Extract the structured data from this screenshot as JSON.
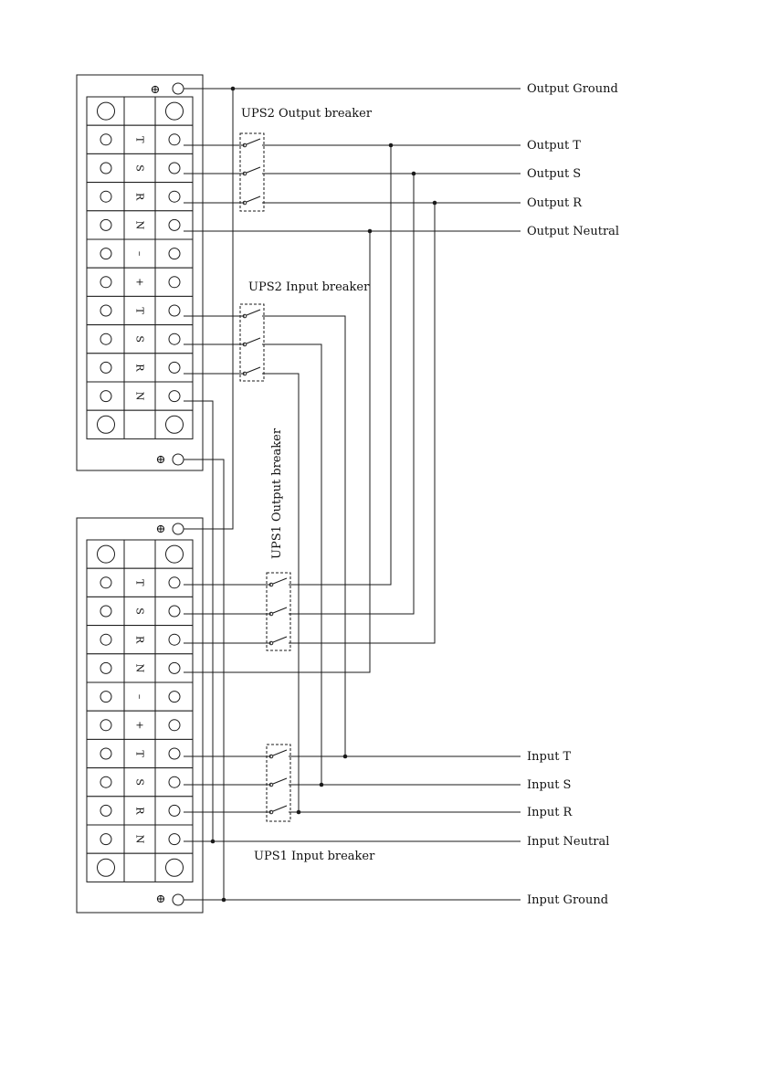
{
  "labels": {
    "ups2_output_breaker": "UPS2 Output breaker",
    "ups2_input_breaker": "UPS2 Input breaker",
    "ups1_output_breaker": "UPS1 Output breaker",
    "ups1_input_breaker": "UPS1 Input breaker"
  },
  "outputs": [
    "Output Ground",
    "Output T",
    "Output S",
    "Output R",
    "Output Neutral"
  ],
  "inputs": [
    "Input T",
    "Input S",
    "Input R",
    "Input Neutral",
    "Input Ground"
  ],
  "terminal_rows": [
    "",
    "T",
    "S",
    "R",
    "N",
    "–",
    "+",
    "T",
    "S",
    "R",
    "N",
    ""
  ],
  "ground_symbol": "⊕"
}
